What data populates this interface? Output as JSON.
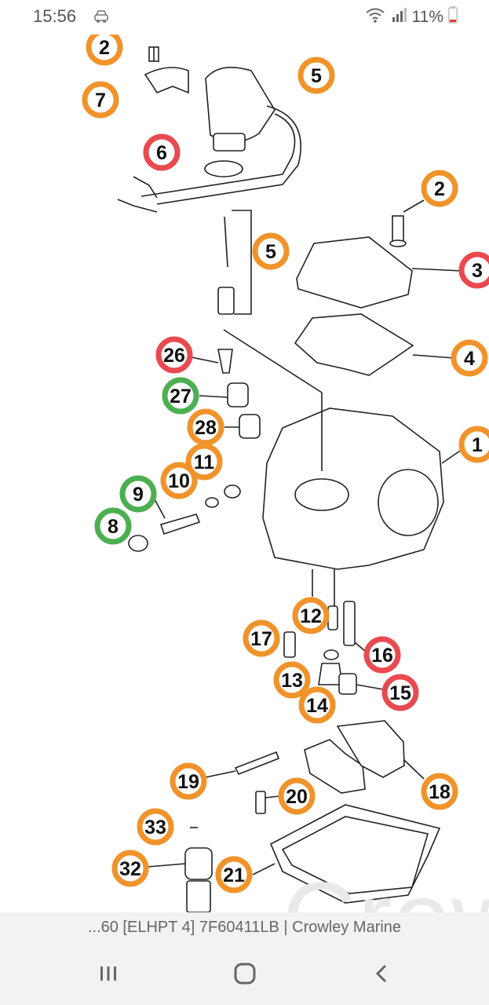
{
  "status_bar": {
    "time": "15:56",
    "left_icon": "car-icon",
    "battery_percent": "11%",
    "icons": [
      "wifi-icon",
      "signal-icon",
      "battery-low-icon"
    ],
    "battery_color": "#e53935"
  },
  "diagram": {
    "watermark": "Crowl",
    "colors": {
      "orange": "#f0932b",
      "red": "#e84a4f",
      "green": "#4caf50"
    },
    "callouts": [
      {
        "label": "2",
        "color": "orange"
      },
      {
        "label": "5",
        "color": "orange"
      },
      {
        "label": "7",
        "color": "orange"
      },
      {
        "label": "6",
        "color": "red"
      },
      {
        "label": "2",
        "color": "orange"
      },
      {
        "label": "5",
        "color": "orange"
      },
      {
        "label": "3",
        "color": "red"
      },
      {
        "label": "4",
        "color": "orange"
      },
      {
        "label": "26",
        "color": "red"
      },
      {
        "label": "27",
        "color": "green"
      },
      {
        "label": "28",
        "color": "orange"
      },
      {
        "label": "1",
        "color": "orange"
      },
      {
        "label": "11",
        "color": "orange"
      },
      {
        "label": "10",
        "color": "orange"
      },
      {
        "label": "9",
        "color": "green"
      },
      {
        "label": "8",
        "color": "green"
      },
      {
        "label": "12",
        "color": "orange"
      },
      {
        "label": "17",
        "color": "orange"
      },
      {
        "label": "16",
        "color": "red"
      },
      {
        "label": "13",
        "color": "orange"
      },
      {
        "label": "15",
        "color": "red"
      },
      {
        "label": "14",
        "color": "orange"
      },
      {
        "label": "19",
        "color": "orange"
      },
      {
        "label": "18",
        "color": "orange"
      },
      {
        "label": "20",
        "color": "orange"
      },
      {
        "label": "33",
        "color": "orange"
      },
      {
        "label": "32",
        "color": "orange"
      },
      {
        "label": "21",
        "color": "orange"
      }
    ]
  },
  "page_title": "...60 [ELHPT 4] 7F60411LB | Crowley Marine",
  "nav_bar": {
    "recents": "recents-icon",
    "home": "home-icon",
    "back": "back-icon"
  }
}
